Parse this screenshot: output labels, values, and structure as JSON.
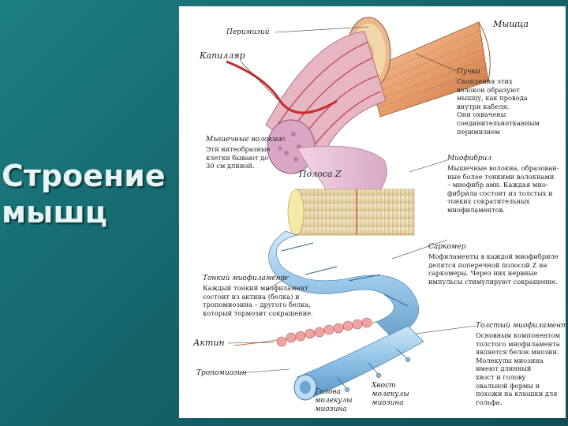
{
  "slide": {
    "title_lines": [
      "Строение",
      "мышц"
    ]
  },
  "diagram": {
    "labels": {
      "muscle": "Мышца",
      "perimysium": "Перимизий",
      "capillary": "Капилляр",
      "bundle": "Пучки",
      "muscle_fiber": "Мышечные волокна",
      "myofibril": "Миофибрил",
      "z_band": "Полоса Z",
      "sarcomere": "Саркомер",
      "thin_filament": "Тонкий миофиламент",
      "actin": "Актин",
      "thick_filament": "Толстый миофиламент",
      "tropomyosin": "Тропомиозин",
      "myosin_head": "Голова\nмолекулы\nмиозина",
      "myosin_tail": "Хвост\nмолекулы\nмиозина"
    },
    "notes": {
      "bundle": "Скопления этих\nволокон образуют\nмышцу, как провода\nвнутри кабеля.\nОни охвачены\nсоединительнотканным\nперимизием",
      "muscle_fiber": "Эти нитеобразные\nклетки бывают до\n30 см длиной.",
      "myofibril": "Мышечные волокна, образован-\nные более тонкими волокнами\n– миофибр ами. Каждая мио-\nфибрила состоит из толстых и\nтонких сократительных\nмиофиламентов.",
      "sarcomere": "Мофиламенты в каждой миофибриле\nделятся поперечной полосой Z на\nсаркомеры. Через них нервные\nимпульсы стимулируют сокращение.",
      "thin_filament": "Каждый тонкий миофиламент\nсостоит из актина (белка) и\nтропомиозина – другого белка,\nкоторый тормозит сокращение.",
      "thick_filament": "Основным компонентом\nтолстого миофиламента\nявляется белок миозин.\nМолекулы миозина\nимеют длинный\nхвост и голову\nовальной формы и\nпохожи на клюшки для\nгольфа."
    }
  }
}
